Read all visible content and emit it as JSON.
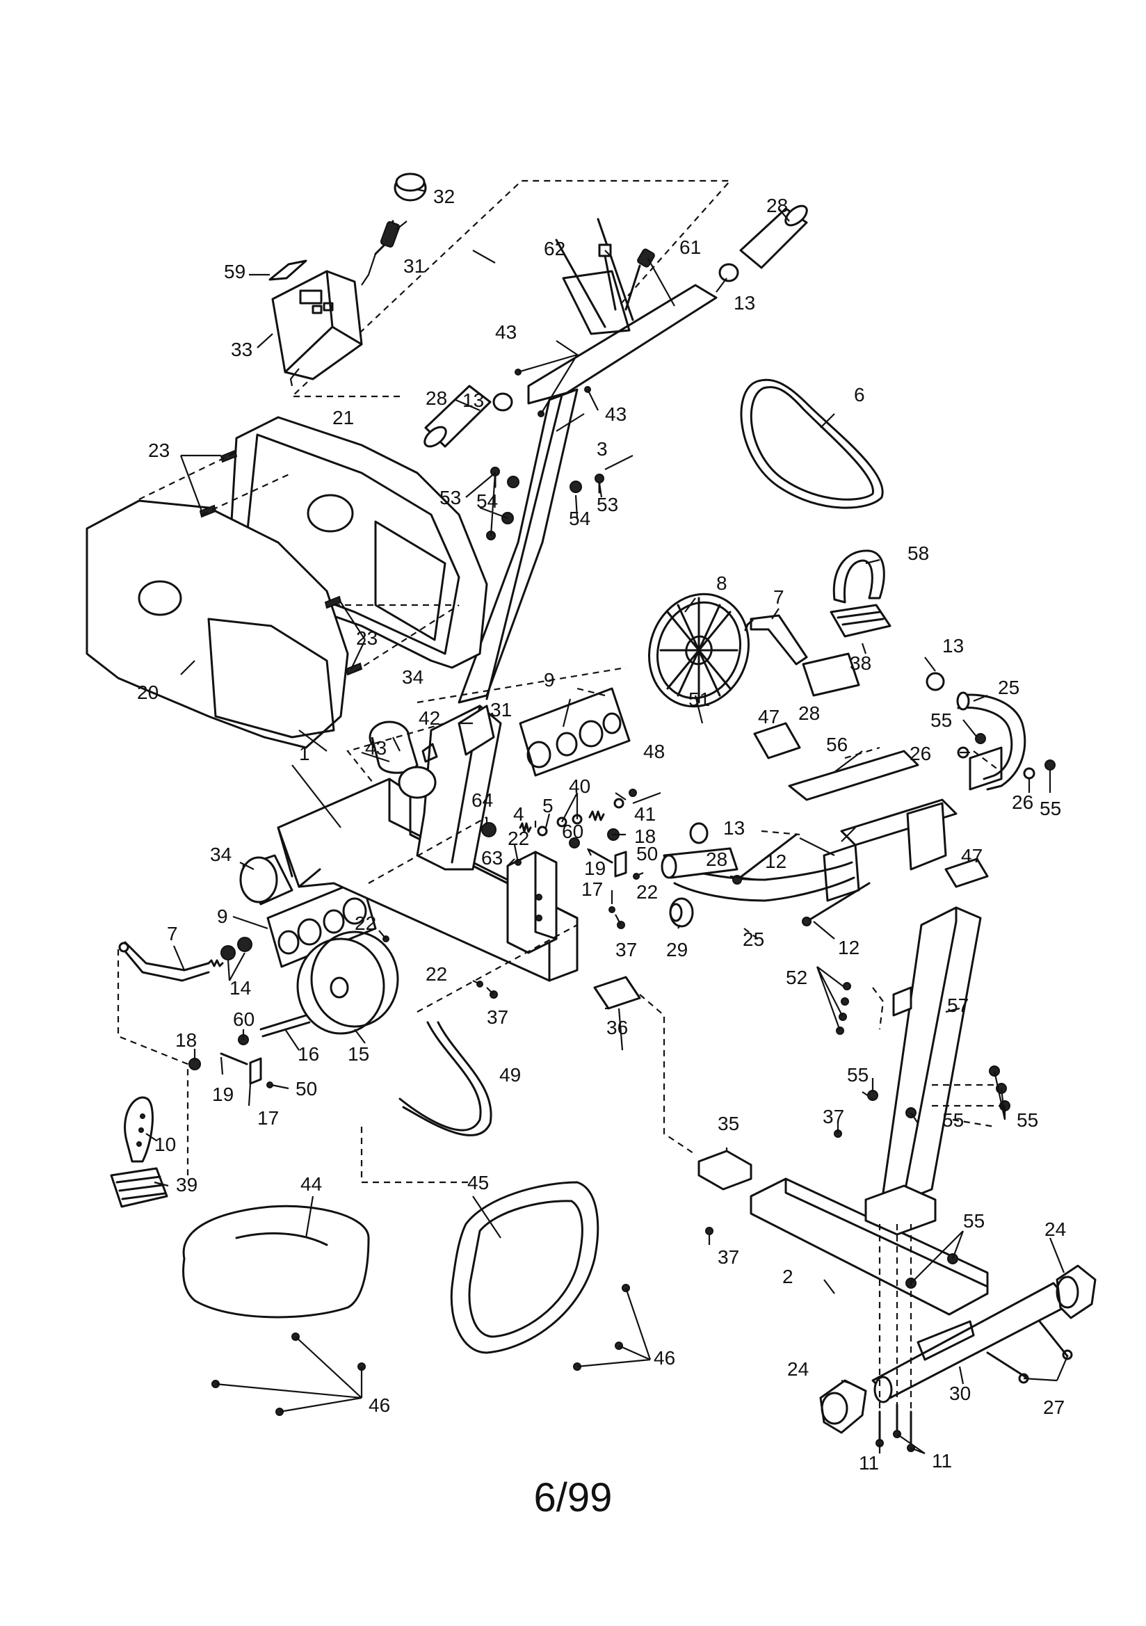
{
  "page_number": "6/99",
  "callouts": {
    "c1": "1",
    "c2": "2",
    "c3": "3",
    "c4": "4",
    "c5": "5",
    "c6": "6",
    "c7a": "7",
    "c7b": "7",
    "c8": "8",
    "c9a": "9",
    "c9b": "9",
    "c10": "10",
    "c11a": "11",
    "c11b": "11",
    "c12a": "12",
    "c12b": "12",
    "c13a": "13",
    "c13b": "13",
    "c13c": "13",
    "c13d": "13",
    "c14": "14",
    "c15": "15",
    "c16": "16",
    "c17a": "17",
    "c17b": "17",
    "c18a": "18",
    "c18b": "18",
    "c19a": "19",
    "c19b": "19",
    "c20": "20",
    "c21": "21",
    "c22a": "22",
    "c22b": "22",
    "c22c": "22",
    "c22d": "22",
    "c23a": "23",
    "c23b": "23",
    "c24a": "24",
    "c24b": "24",
    "c25a": "25",
    "c25b": "25",
    "c26a": "26",
    "c26b": "26",
    "c27": "27",
    "c28a": "28",
    "c28b": "28",
    "c28c": "28",
    "c28d": "28",
    "c29": "29",
    "c30": "30",
    "c31a": "31",
    "c31b": "31",
    "c32": "32",
    "c33": "33",
    "c34a": "34",
    "c34b": "34",
    "c35": "35",
    "c36": "36",
    "c37a": "37",
    "c37b": "37",
    "c37c": "37",
    "c37d": "37",
    "c38": "38",
    "c39": "39",
    "c40": "40",
    "c41": "41",
    "c42": "42",
    "c43a": "43",
    "c43b": "43",
    "c43c": "43",
    "c44": "44",
    "c45": "45",
    "c46a": "46",
    "c46b": "46",
    "c47a": "47",
    "c47b": "47",
    "c48": "48",
    "c49": "49",
    "c50a": "50",
    "c50b": "50",
    "c51": "51",
    "c52": "52",
    "c53a": "53",
    "c53b": "53",
    "c54a": "54",
    "c54b": "54",
    "c55a": "55",
    "c55b": "55",
    "c55c": "55",
    "c55d": "55",
    "c55e": "55",
    "c55f": "55",
    "c56": "56",
    "c57": "57",
    "c58": "58",
    "c59": "59",
    "c60a": "60",
    "c60b": "60",
    "c61": "61",
    "c62": "62",
    "c63": "63",
    "c64": "64"
  }
}
